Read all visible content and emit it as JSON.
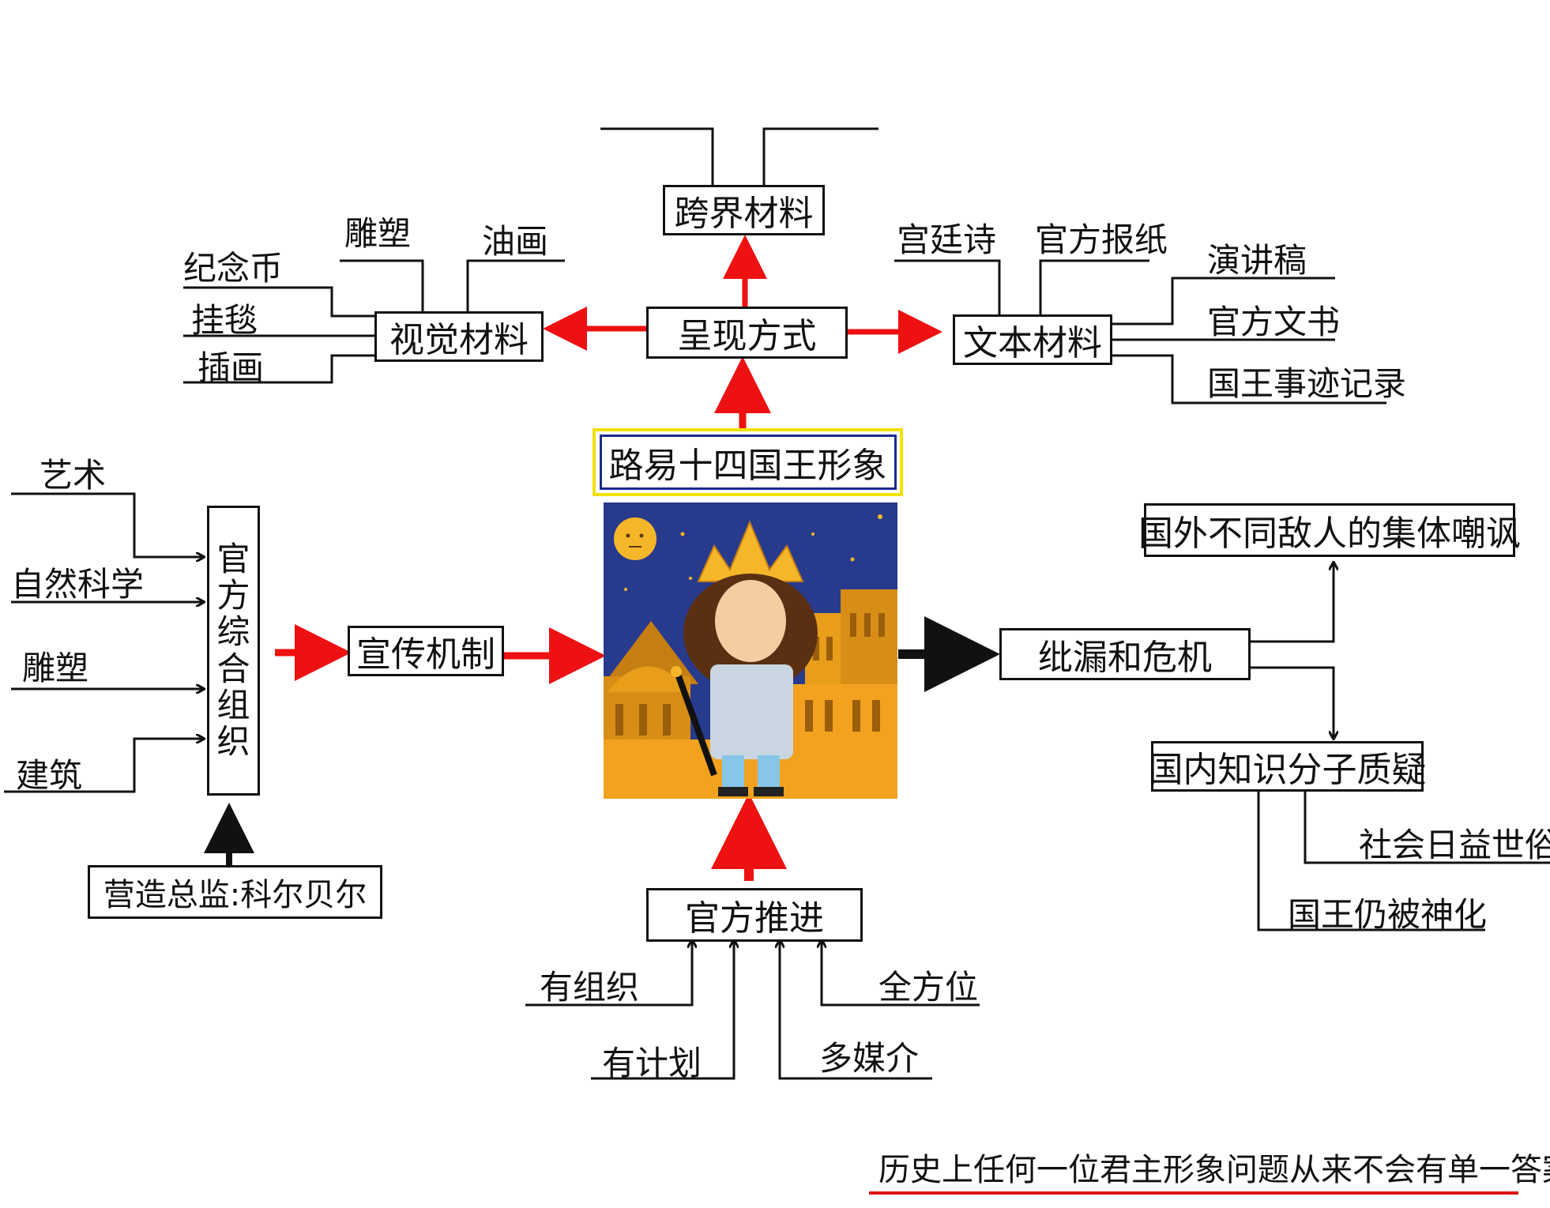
{
  "center": {
    "title": "路易十四国王形象"
  },
  "presentation": {
    "label": "呈现方式",
    "cross": {
      "label": "跨界材料"
    },
    "visual": {
      "label": "视觉材料",
      "items": [
        "纪念币",
        "挂毯",
        "插画",
        "雕塑",
        "油画"
      ]
    },
    "text": {
      "label": "文本材料",
      "items": [
        "宫廷诗",
        "官方报纸",
        "演讲稿",
        "官方文书",
        "国王事迹记录"
      ]
    }
  },
  "propaganda": {
    "label": "宣传机制",
    "org": {
      "label": "官方综合组织",
      "chars": [
        "官",
        "方",
        "综",
        "合",
        "组",
        "织"
      ]
    },
    "fields": [
      "艺术",
      "自然科学",
      "雕塑",
      "建筑"
    ],
    "director": "营造总监:科尔贝尔"
  },
  "official": {
    "label": "官方推进",
    "items": [
      "有组织",
      "有计划",
      "多媒介",
      "全方位"
    ]
  },
  "crisis": {
    "label": "纰漏和危机",
    "foreign": "国外不同敌人的集体嘲讽",
    "domestic": "国内知识分子质疑",
    "domestic_items": [
      "社会日益世俗化",
      "国王仍被神化"
    ]
  },
  "conclusion": "历史上任何一位君主形象问题从来不会有单一答案。",
  "colors": {
    "arrow_red": "#ee1111",
    "arrow_black": "#111111",
    "highlight": "#f1e200",
    "underline": "#dd1111",
    "sky": "#283a8c",
    "city": "#f2a21f"
  },
  "icons": [
    "king-illustration-icon",
    "moon-icon",
    "crown-icon"
  ]
}
